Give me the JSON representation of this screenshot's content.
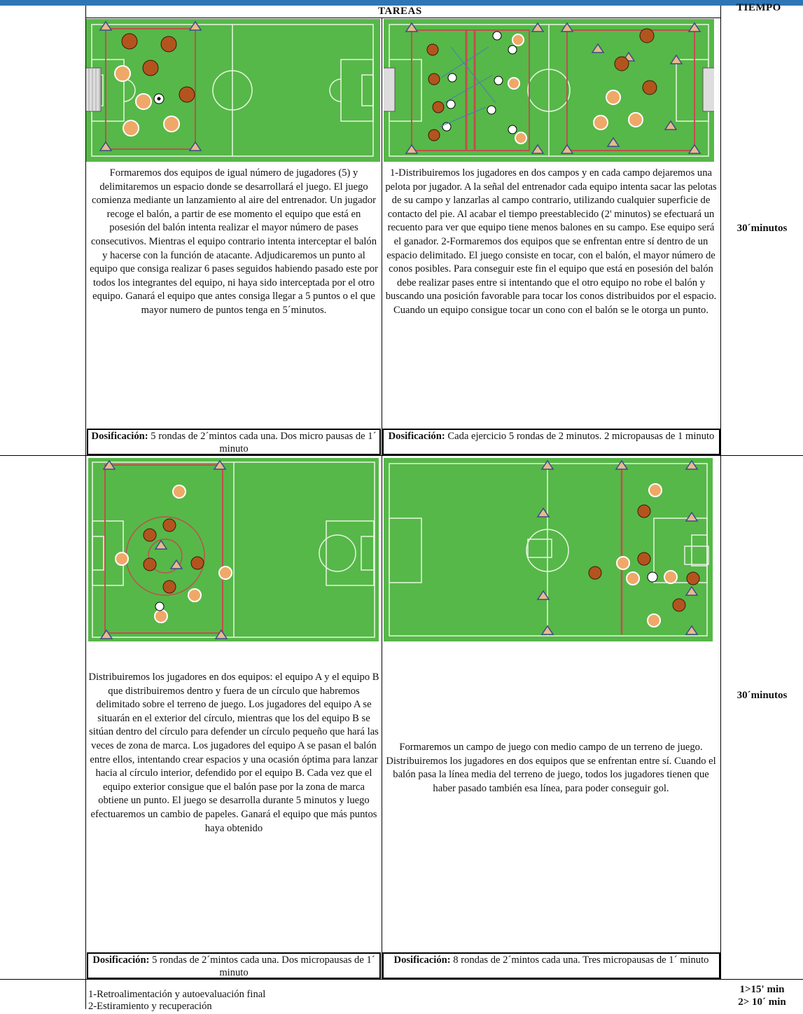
{
  "header": {
    "tareas": "TAREAS",
    "tiempo": "TIEMPO"
  },
  "rows": [
    {
      "task1": {
        "text": "Formaremos dos equipos de igual número de jugadores (5) y delimitaremos un espacio donde se desarrollará el juego. El juego comienza mediante un lanzamiento al aire del entrenador. Un jugador recoge el balón, a partir de ese momento el equipo que está en posesión del balón intenta realizar el mayor número de pases consecutivos. Mientras el equipo contrario intenta interceptar el balón y hacerse con la función de atacante. Adjudicaremos un punto al equipo que consiga realizar 6 pases seguidos habiendo pasado este por todos los integrantes del equipo, ni haya sido interceptada por el otro equipo. Ganará el equipo que antes consiga llegar a 5 puntos o el que mayor numero de puntos tenga en 5´minutos.",
        "dos_label": "Dosificación:",
        "dos_text": " 5  rondas de 2´mintos cada una. Dos micro pausas de 1´ minuto"
      },
      "task2": {
        "text": "1-Distribuiremos los jugadores en dos campos y en cada campo dejaremos una pelota por jugador. A la señal del entrenador cada equipo intenta sacar las pelotas de su campo y lanzarlas al campo contrario, utilizando cualquier superficie de contacto del pie. Al acabar el tiempo preestablecido (2' minutos) se efectuará un recuento para ver que equipo tiene menos balones en su campo. Ese equipo será el ganador. 2-Formaremos dos equipos que se enfrentan entre sí dentro de un espacio delimitado. El juego consiste en tocar, con el balón, el mayor número de conos posibles. Para conseguir este fin el equipo que está en posesión del balón debe realizar pases entre si intentando que el otro equipo no robe el balón y buscando una posición favorable para tocar los conos distribuidos por el espacio. Cuando un equipo consigue tocar un cono con el balón se le otorga un punto.",
        "dos_label": "Dosificación:",
        "dos_text": " Cada ejercicio 5 rondas de 2 minutos. 2 micropausas de 1 minuto"
      },
      "time": "30´minutos"
    },
    {
      "task1": {
        "text": "Distribuiremos los jugadores en dos equipos: el equipo A y el equipo B que distribuiremos dentro y fuera de un círculo que habremos delimitado sobre el terreno de juego. Los jugadores del equipo A se situarán en el exterior del círculo, mientras que los del equipo B se sitúan dentro del círculo para defender un círculo pequeño que hará las veces de zona de marca. Los jugadores del equipo A se pasan el balón entre ellos, intentando crear espacios y una ocasión óptima para lanzar hacia al círculo interior, defendido por el equipo B. Cada vez que el equipo exterior consigue que el balón pase por la zona de marca obtiene un punto. El juego se desarrolla durante 5 minutos y luego efectuaremos un cambio de papeles. Ganará el equipo que más puntos haya obtenido",
        "dos_label": "Dosificación:",
        "dos_text": " 5  rondas de 2´mintos cada una. Dos micropausas de 1´ minuto"
      },
      "task2": {
        "text": "Formaremos un campo de juego con medio campo de un terreno de juego. Distribuiremos los jugadores en dos equipos que se enfrentan entre sí. Cuando el balón pasa la línea media del terreno de juego, todos los jugadores tienen que haber pasado también esa línea, para poder conseguir gol.",
        "dos_label": "Dosificación:",
        "dos_text": " 8  rondas de 2´mintos cada una. Tres micropausas de 1´ minuto"
      },
      "time": "30´minutos"
    },
    {
      "lines": [
        "1-Retroalimentación y autoevaluación final",
        "2-Estiramiento y recuperación"
      ],
      "times": [
        "1>15'  min",
        "2> 10´ min"
      ]
    }
  ],
  "colors": {
    "grass": "#56b848",
    "line": "#e8f5e2",
    "boundary": "#c0504d",
    "cone": "#e8b98a",
    "cone_edge": "#3b4a8c",
    "player_dark": "#b3541e",
    "player_light": "#f0a868",
    "header_bar": "#2e75b6"
  }
}
